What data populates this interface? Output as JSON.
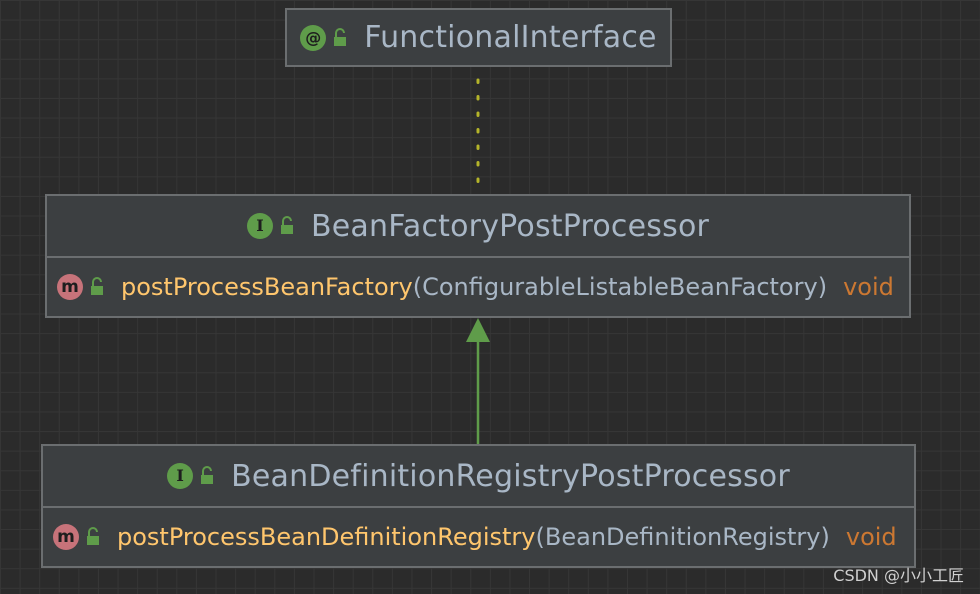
{
  "nodes": {
    "functional_interface": {
      "icon": "annotation-icon",
      "badge": "@",
      "title": "FunctionalInterface"
    },
    "bean_factory_post_processor": {
      "icon": "interface-icon",
      "badge": "I",
      "title": "BeanFactoryPostProcessor",
      "method": {
        "badge": "m",
        "name": "postProcessBeanFactory",
        "open_paren": "(",
        "param": "ConfigurableListableBeanFactory",
        "close_paren": ")",
        "return_type": "void"
      }
    },
    "bean_definition_registry_post_processor": {
      "icon": "interface-icon",
      "badge": "I",
      "title": "BeanDefinitionRegistryPostProcessor",
      "method": {
        "badge": "m",
        "name": "postProcessBeanDefinitionRegistry",
        "open_paren": "(",
        "param": "BeanDefinitionRegistry",
        "close_paren": ")",
        "return_type": "void"
      }
    }
  },
  "relations": [
    {
      "type": "annotated-by",
      "from": "bean_factory_post_processor",
      "to": "functional_interface",
      "style": "dotted",
      "color": "#b5b52a"
    },
    {
      "type": "extends",
      "from": "bean_definition_registry_post_processor",
      "to": "bean_factory_post_processor",
      "style": "solid-arrow",
      "color": "#5f9c4a"
    }
  ],
  "colors": {
    "background": "#2b2b2b",
    "node_fill": "#3c3f41",
    "node_border": "#6b6e70",
    "title_text": "#a9b7c6",
    "method_name": "#ffc66d",
    "return_type": "#cc7832",
    "badge_green": "#5f9c4a",
    "badge_method": "#c7737a"
  },
  "watermark": "CSDN @小小工匠"
}
